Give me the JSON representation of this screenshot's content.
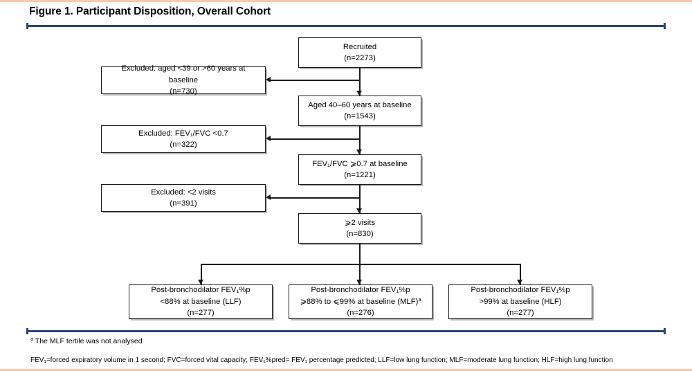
{
  "figure": {
    "title": "Figure 1. Participant Disposition, Overall Cohort",
    "accent_color": "#2e4272",
    "page_border_color": "#f8cbad"
  },
  "flow": {
    "main_boxes": [
      {
        "id": "recruited",
        "line1": "Recruited",
        "line2": "(n=2273)",
        "n": 2273
      },
      {
        "id": "aged",
        "line1": "Aged 40–60 years at baseline",
        "line2": "(n=1543)",
        "n": 1543
      },
      {
        "id": "fev_fvc",
        "line1": "FEV₁/FVC ⩾0.7 at baseline",
        "line2": "(n=1221)",
        "n": 1221
      },
      {
        "id": "visits",
        "line1": "⩾2 visits",
        "line2": "(n=830)",
        "n": 830
      }
    ],
    "exclusion_boxes": [
      {
        "id": "excl_age",
        "line1": "Excluded: aged <39 or >60 years at baseline",
        "line2": "(n=730)",
        "n": 730
      },
      {
        "id": "excl_fev",
        "line1": "Excluded: FEV₁/FVC <0.7",
        "line2": "(n=322)",
        "n": 322
      },
      {
        "id": "excl_visits",
        "line1": "Excluded: <2 visits",
        "line2": "(n=391)",
        "n": 391
      }
    ],
    "outcome_boxes": [
      {
        "id": "llf",
        "line1": "Post-bronchodilator FEV₁%p",
        "line2": "<88% at baseline (LLF)",
        "line3": "(n=277)",
        "n": 277
      },
      {
        "id": "mlf",
        "line1": "Post-bronchodilator FEV₁%p",
        "line2": "⩾88% to ⩽99% at baseline (MLF)",
        "line2_superscript": "a",
        "line3": "(n=276)",
        "n": 276
      },
      {
        "id": "hlf",
        "line1": "Post-bronchodilator FEV₁%p",
        "line2": ">99% at baseline (HLF)",
        "line3": "(n=277)",
        "n": 277
      }
    ]
  },
  "footnotes": {
    "marker": "a",
    "note_a": "The MLF tertile was not analysed",
    "abbreviations": "FEV₁=forced expiratory volume in 1 second; FVC=forced vital capacity; FEV₁%pred= FEV₁ percentage predicted; LLF=low lung function; MLF=moderate lung function; HLF=high lung function"
  }
}
